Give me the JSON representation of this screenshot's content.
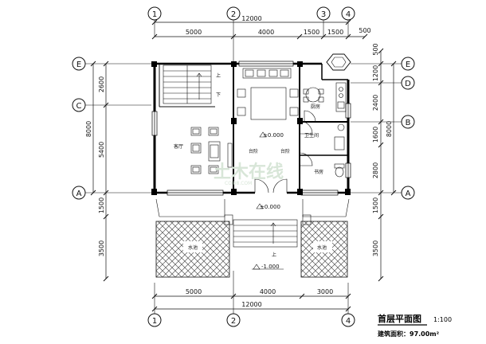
{
  "dims_top": {
    "total": "12000",
    "d1": "5000",
    "d2": "4000",
    "d3": "1500",
    "d4": "1500",
    "d5": "500"
  },
  "dims_bottom": {
    "total": "12000",
    "d1": "5000",
    "d2": "4000",
    "d3": "3000"
  },
  "dims_left": {
    "total": "8000",
    "a": "2600",
    "b": "5400",
    "c": "1500",
    "d": "3500"
  },
  "dims_right": {
    "total": "8000",
    "a": "500",
    "b": "1200",
    "c": "2400",
    "d": "1600",
    "e": "2800",
    "f": "1500",
    "g": "3500"
  },
  "axes": {
    "c1": "1",
    "c2": "2",
    "c3": "3",
    "c4": "4",
    "rE": "E",
    "rD": "D",
    "rC": "C",
    "rB": "B",
    "rA": "A"
  },
  "rooms": {
    "living": "客厅",
    "kitchen": "厨房",
    "wc": "卫生间",
    "study": "书房",
    "pool_left": "水池",
    "pool_right": "水池",
    "stair_up": "上",
    "stair_down": "下",
    "stair_up2": "上",
    "step1": "台阶",
    "step2": "台阶"
  },
  "levels": {
    "inner": "±0.000",
    "porch": "±0.000",
    "yard": "-1.000"
  },
  "footer": {
    "title": "首层平面图",
    "scale": "1:100",
    "area": "建筑面积：97.00m²"
  },
  "watermark": {
    "main": "土木在线",
    "sub": "COI88.COM"
  },
  "colors": {
    "line": "#111111",
    "wall": "#000000",
    "hatch": "#444444",
    "watermark": "#d8e6d8"
  }
}
